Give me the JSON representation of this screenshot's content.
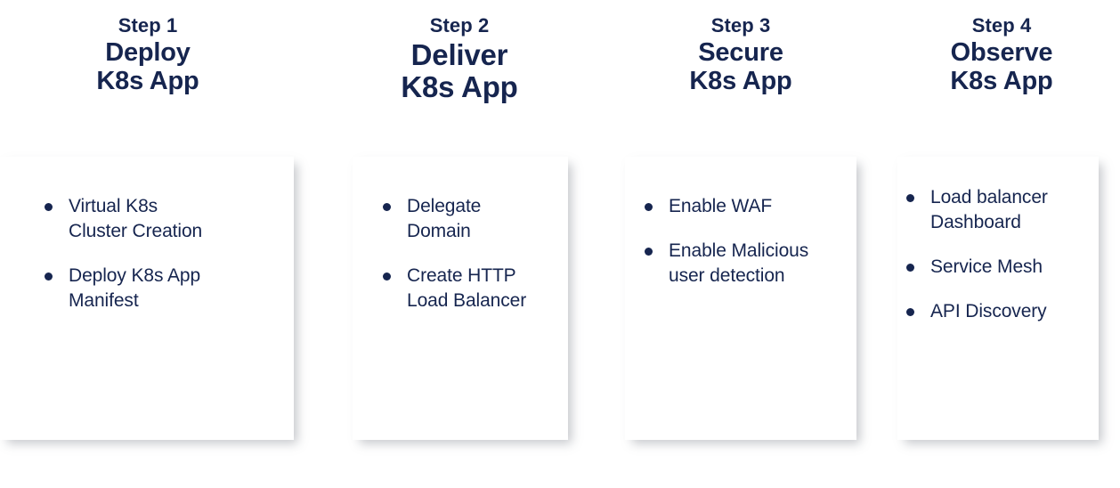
{
  "accent_color": "#16254f",
  "background_color": "#ffffff",
  "card_background": "#ffffff",
  "steps": [
    {
      "label": "Step 1",
      "title": "Deploy",
      "subtitle": "K8s App",
      "bullets": [
        "Virtual K8s\nCluster Creation",
        "Deploy K8s App\nManifest"
      ]
    },
    {
      "label": "Step 2",
      "title": "Deliver",
      "subtitle": "K8s App",
      "bullets": [
        "Delegate\nDomain",
        "Create HTTP\nLoad Balancer"
      ]
    },
    {
      "label": "Step 3",
      "title": "Secure",
      "subtitle": "K8s App",
      "bullets": [
        "Enable WAF",
        "Enable Malicious\nuser detection"
      ]
    },
    {
      "label": "Step 4",
      "title": "Observe",
      "subtitle": "K8s App",
      "bullets": [
        "Load balancer\nDashboard",
        "Service Mesh",
        "API Discovery"
      ]
    }
  ]
}
